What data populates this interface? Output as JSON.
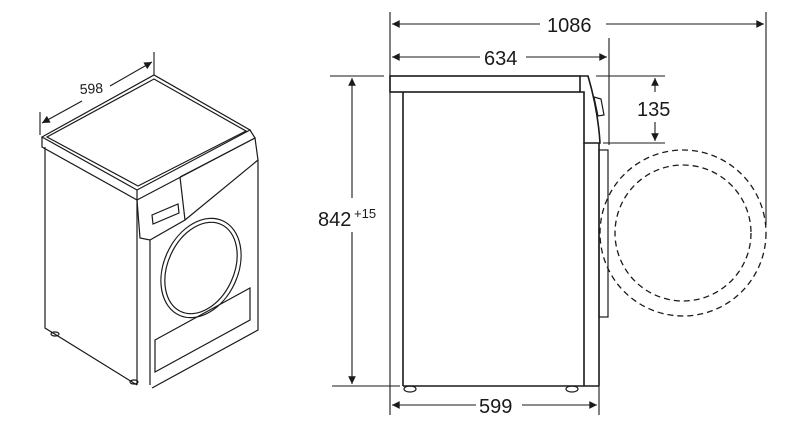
{
  "diagram": {
    "subject": "Appliance dimension drawing (front-loading dryer)",
    "units": "mm",
    "views": {
      "isometric": {
        "width_label": "598"
      },
      "side": {
        "total_depth_label": "1086",
        "body_depth_label": "634",
        "panel_height_label": "135",
        "height_label": "842",
        "height_tolerance_label": "+15",
        "base_depth_label": "599"
      }
    },
    "colors": {
      "line": "#1a1a1a",
      "background": "#ffffff"
    }
  }
}
